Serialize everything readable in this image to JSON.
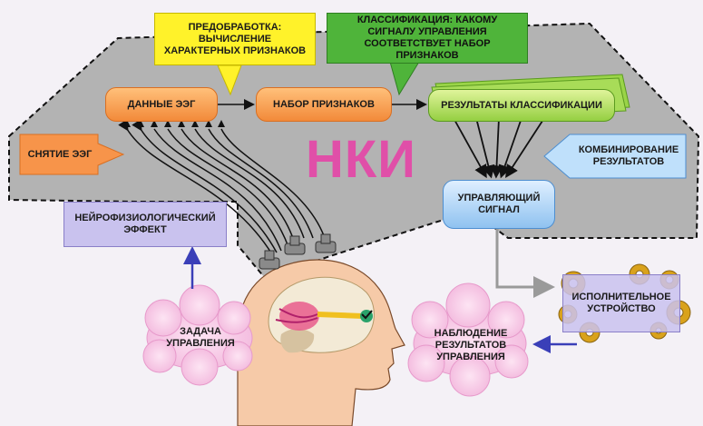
{
  "title": "НКИ",
  "nodes": {
    "preprocessing": "ПРЕДОБРАБОТКА: ВЫЧИСЛЕНИЕ ХАРАКТЕРНЫХ ПРИЗНАКОВ",
    "classification": "КЛАССИФИКАЦИЯ: КАКОМУ СИГНАЛУ УПРАВЛЕНИЯ СООТВЕТСТВУЕТ НАБОР ПРИЗНАКОВ",
    "eeg_data": "ДАННЫЕ ЭЭГ",
    "feature_set": "НАБОР ПРИЗНАКОВ",
    "classification_results": "РЕЗУЛЬТАТЫ КЛАССИФИКАЦИИ",
    "eeg_recording": "СНЯТИЕ ЭЭГ",
    "combining_results": "КОМБИНИРОВАНИЕ РЕЗУЛЬТАТОВ",
    "control_signal": "УПРАВЛЯЮЩИЙ СИГНАЛ",
    "neuro_effect": "НЕЙРОФИЗИОЛОГИЧЕСКИЙ ЭФФЕКТ",
    "executive_device": "ИСПОЛНИТЕЛЬНОЕ УСТРОЙСТВО",
    "control_task": "ЗАДАЧА УПРАВЛЕНИЯ",
    "observation": "НАБЛЮДЕНИЕ РЕЗУЛЬТАТОВ УПРАВЛЕНИЯ"
  },
  "colors": {
    "orange": "#f28a3a",
    "yellow": "#fff22a",
    "green": "#4fb43a",
    "light_green": "#95cf42",
    "blue": "#8fc2f0",
    "lavender": "#c9c2ee",
    "pink_cloud": "#f6c6e4",
    "title": "#e04fa8",
    "panel": "#a9a9a9",
    "gear": "#d9a21c"
  },
  "icons": [
    "head-icon",
    "electrode-icon",
    "gear-icon",
    "cloud-icon"
  ]
}
